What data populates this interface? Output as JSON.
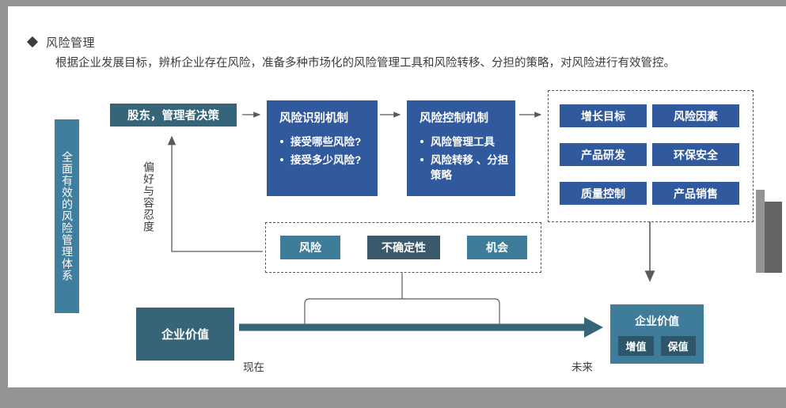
{
  "header": {
    "bullet_icon": "diamond-icon",
    "title": "风险管理",
    "description": "根据企业发展目标，辨析企业存在风险，准备多种市场化的风险管理工具和风险转移、分担的策略，对风险进行有效管控。"
  },
  "side_bar": {
    "label": "全面有效的风险管理体系",
    "color": "#3f7e9c"
  },
  "flow": {
    "decision_box": {
      "label": "股东，管理者决策",
      "color": "#366478"
    },
    "feedback_label": "偏好与容忍度",
    "identify_box": {
      "title": "风险识别机制",
      "color": "#31599e",
      "bullets": [
        "接受哪些风险?",
        "接受多少风险?"
      ]
    },
    "control_box": {
      "title": "风险控制机制",
      "color": "#31599e",
      "bullets": [
        "风险管理工具",
        "风险转移 、分担策略"
      ]
    }
  },
  "objectives_group": {
    "color": "#31599e",
    "items": [
      "增长目标",
      "风险因素",
      "产品研发",
      "环保安全",
      "质量控制",
      "产品销售"
    ]
  },
  "uncertainty_group": {
    "items": [
      {
        "label": "风险",
        "color": "#3e7c99"
      },
      {
        "label": "不确定性",
        "color": "#3a5a6b"
      },
      {
        "label": "机会",
        "color": "#3e7c99"
      }
    ]
  },
  "timeline": {
    "value_now": {
      "label": "企业价值",
      "color": "#366478"
    },
    "value_future": {
      "label": "企业价值",
      "color": "#3f7e9c",
      "sub_items": [
        "增值",
        "保值"
      ]
    },
    "start_label": "现在",
    "end_label": "未来"
  },
  "scrollbar": {
    "name": "vertical-scrollbar"
  }
}
